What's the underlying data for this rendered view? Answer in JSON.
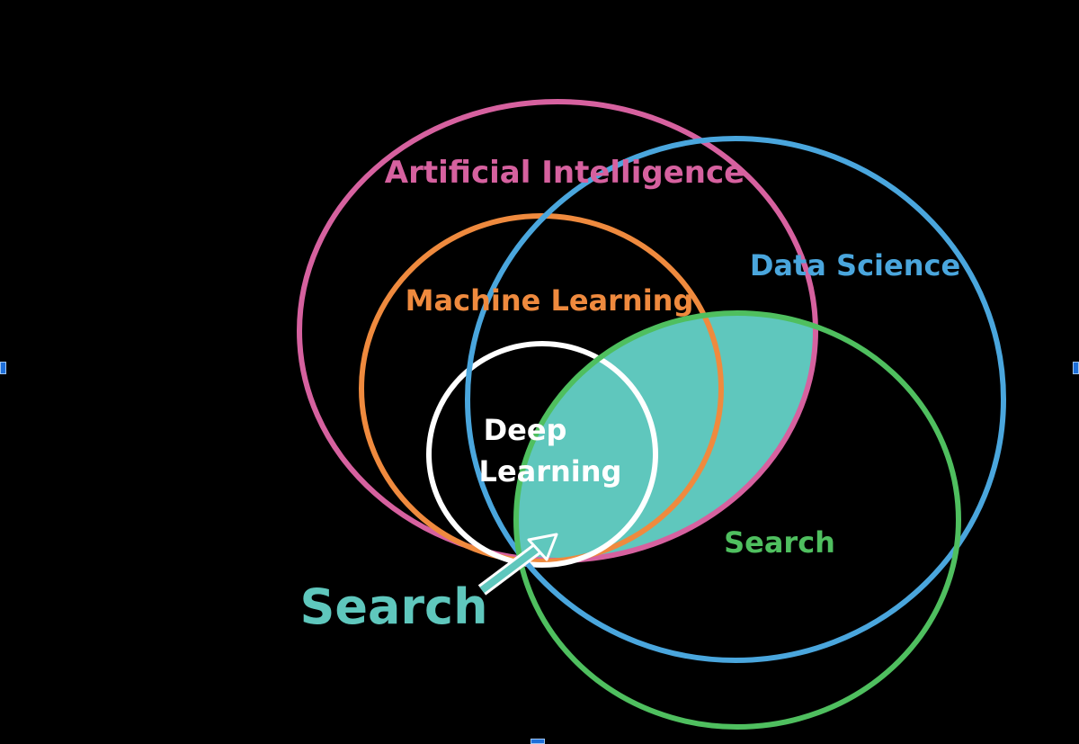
{
  "diagram": {
    "labels": {
      "artificial_intelligence": "Artificial Intelligence",
      "data_science": "Data Science",
      "machine_learning": "Machine Learning",
      "deep_learning_line1": "Deep",
      "deep_learning_line2": "Learning",
      "search_inner": "Search",
      "search_callout": "Search"
    },
    "colors": {
      "background": "#000000",
      "artificial_intelligence": "#d6619f",
      "data_science": "#4aa6dd",
      "machine_learning": "#ef8a3e",
      "deep_learning": "#ffffff",
      "search": "#4fbf5f",
      "highlight_fill": "#5fc7bd",
      "callout": "#5fc7bd"
    }
  },
  "selection_handles": [
    "left-handle",
    "right-handle",
    "bottom-handle"
  ]
}
